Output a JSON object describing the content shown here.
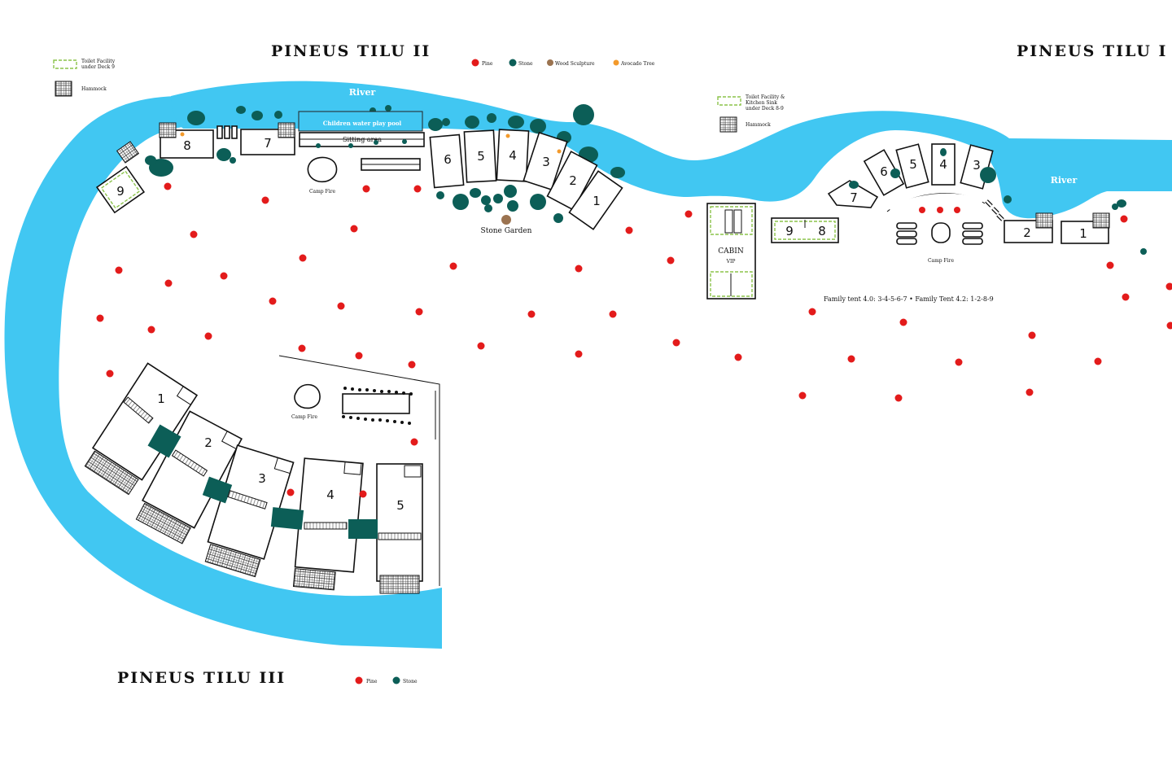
{
  "colors": {
    "river": "#41c7f2",
    "pine": "#e31b1b",
    "stone": "#0c5e57",
    "wood_sculpture": "#9b7350",
    "avocado_tree": "#f39a2c",
    "toilet": "#8bc34a"
  },
  "titles": {
    "tilu2": "PINEUS TILU II",
    "tilu1": "PINEUS TILU I",
    "tilu3": "PINEUS TILU III"
  },
  "legend_top": {
    "pine": "Pine",
    "stone": "Stone",
    "wood": "Wood Sculpture",
    "avocado": "Avocado Tree"
  },
  "legend_left": {
    "toilet_line1": "Toilet Facility",
    "toilet_line2": "under Deck 9",
    "hammock": "Hammock"
  },
  "legend_right": {
    "toilet_line1": "Toilet Facility &",
    "toilet_line2": "Kitchen Sink",
    "toilet_line3": "under Deck 8-9",
    "hammock": "Hammock"
  },
  "legend_bottom": {
    "pine": "Pine",
    "stone": "Stone"
  },
  "labels": {
    "river_left": "River",
    "river_right": "River",
    "pool": "Children water play pool",
    "sitting": "Sitting area",
    "campfire_top": "Camp Fire",
    "stone_garden": "Stone Garden",
    "campfire_mid": "Camp Fire",
    "campfire_right": "Camp Fire",
    "cabin": "CABIN",
    "vip": "VIP",
    "family_tent": "Family tent 4.0: 3-4-5-6-7  •   Family Tent 4.2: 1-2-8-9"
  },
  "decks": {
    "t2": [
      "1",
      "2",
      "3",
      "4",
      "5",
      "6",
      "7",
      "8",
      "9"
    ],
    "t1": [
      "1",
      "2",
      "3",
      "4",
      "5",
      "6",
      "7",
      "8",
      "9"
    ],
    "t3": [
      "1",
      "2",
      "3",
      "4",
      "5"
    ]
  }
}
